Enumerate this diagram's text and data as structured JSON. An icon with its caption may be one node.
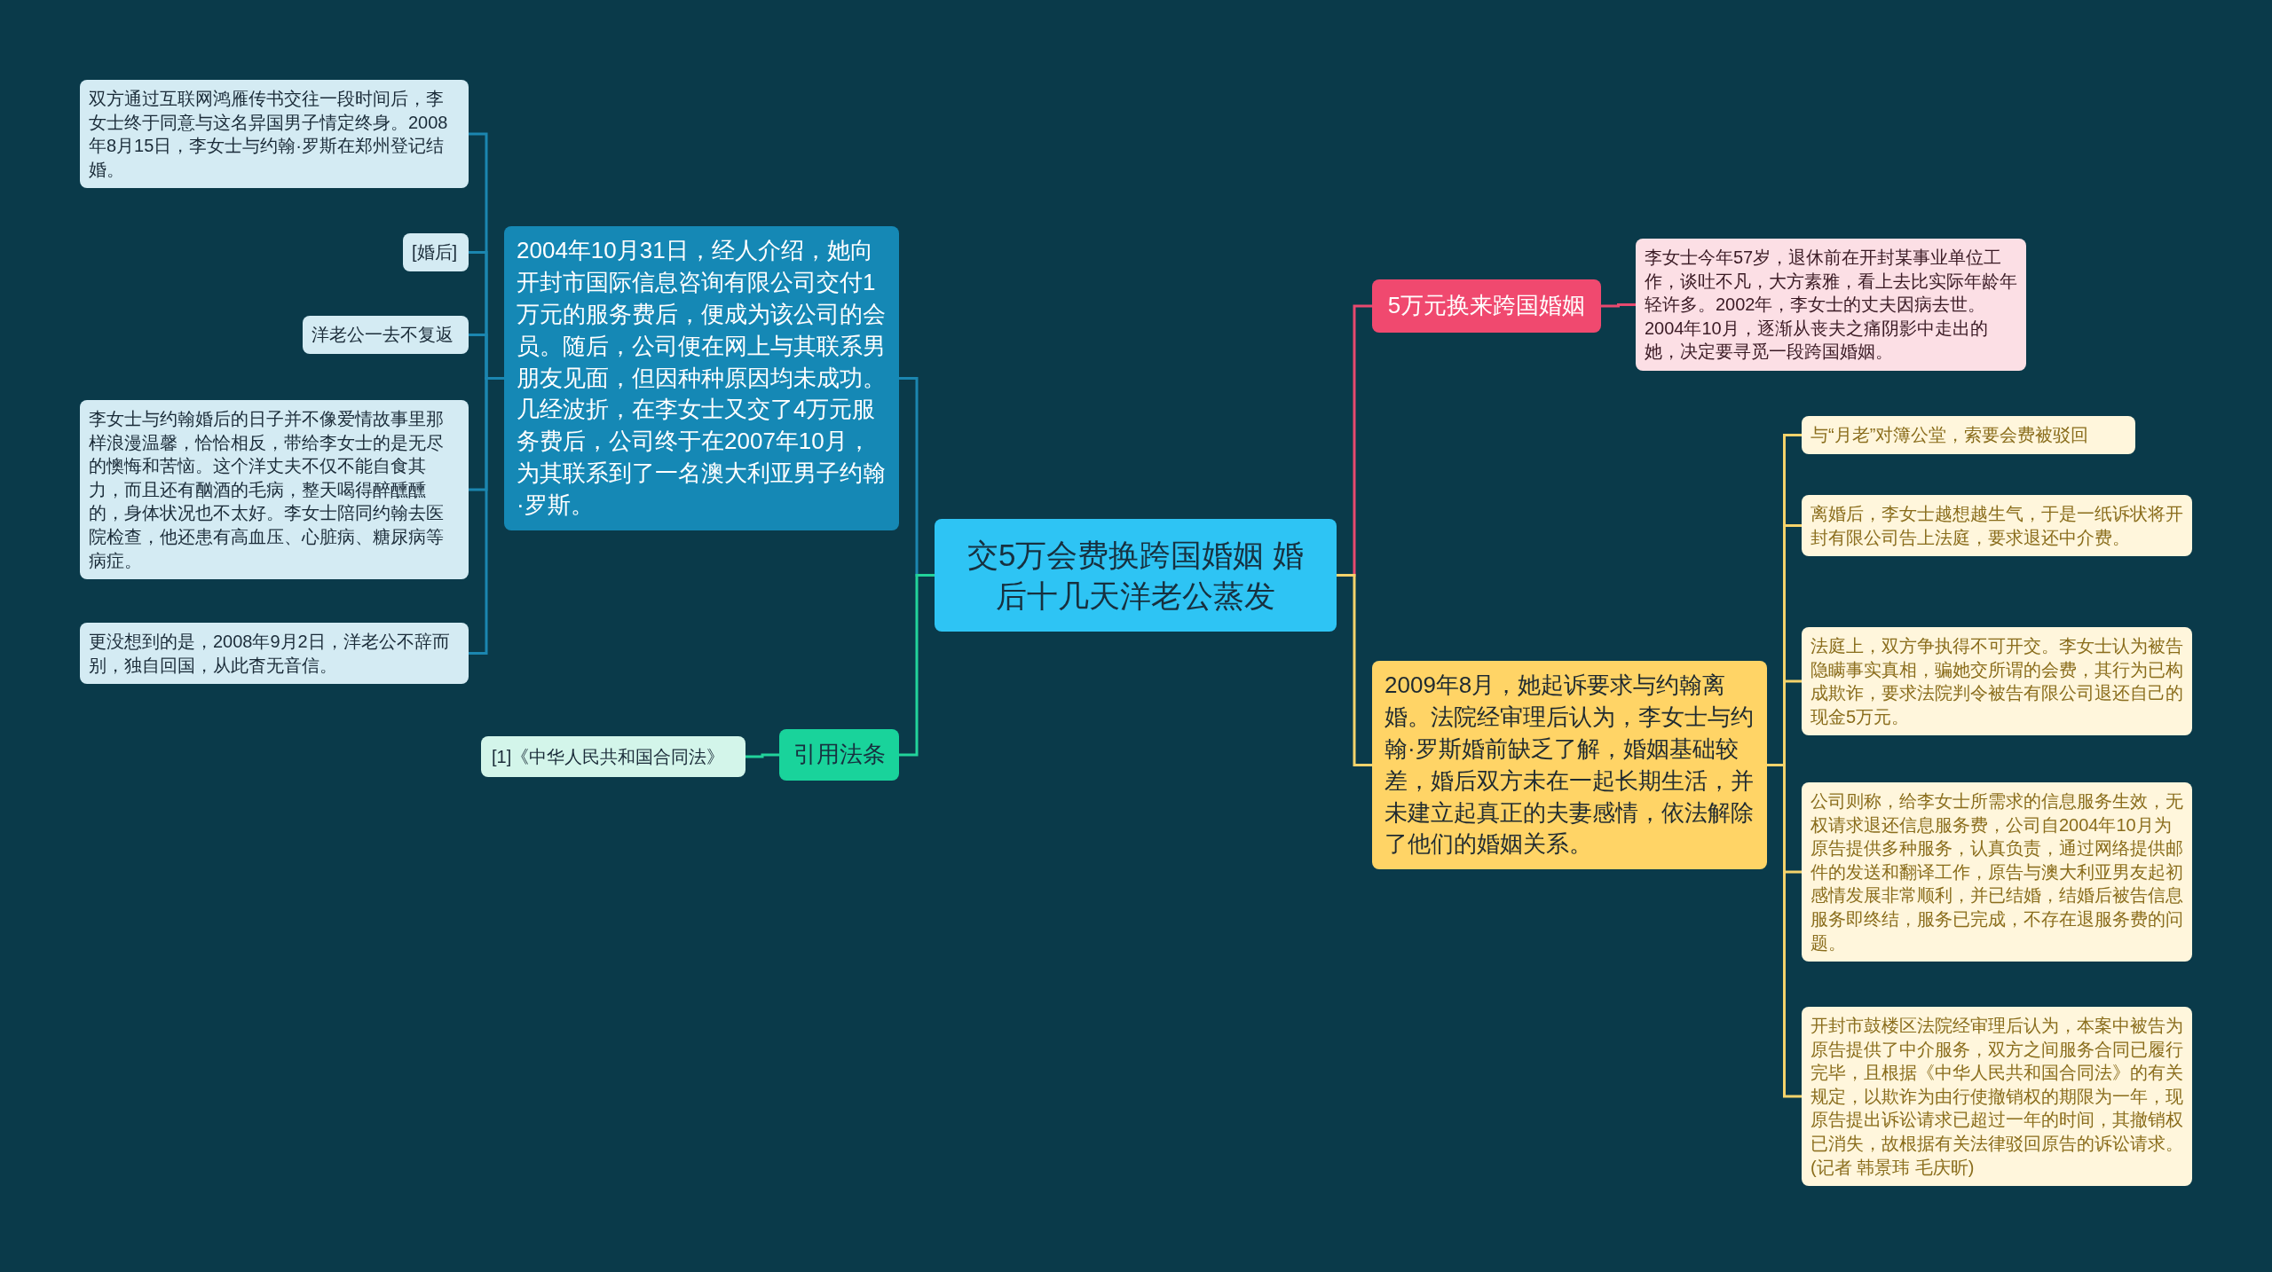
{
  "diagram": {
    "nodes": [
      {
        "text": [
          "交5万会费换跨国婚姻 婚后十几天洋老公蒸发"
        ]
      },
      {
        "text": [
          "2004年10月31日，经人介绍，她向开封市国际信息咨询有限公司交付1万元的服务费后，便成为该公司的会员。随后，公司便在网上与其联系男朋友见面，但因种种原因均未成功。几经波折，在李女士又交了4万元服务费后，公司终于在2007年10月，为其联系到了一名澳大利亚男子约翰·罗斯。"
        ]
      },
      {
        "text": [
          "双方通过互联网鸿雁传书交往一段时间后，李女士终于同意与这名异国男子情定终身。2008年8月15日，李女士与约翰·罗斯在郑州登记结婚。"
        ]
      },
      {
        "text": [
          "[婚后]"
        ]
      },
      {
        "text": [
          "洋老公一去不复返"
        ]
      },
      {
        "text": [
          "李女士与约翰婚后的日子并不像爱情故事里那样浪漫温馨，恰恰相反，带给李女士的是无尽的懊悔和苦恼。这个洋丈夫不仅不能自食其力，而且还有酗酒的毛病，整天喝得醉醺醺的，身体状况也不太好。李女士陪同约翰去医院检查，他还患有高血压、心脏病、糖尿病等病症。"
        ]
      },
      {
        "text": [
          "更没想到的是，2008年9月2日，洋老公不辞而别，独自回国，从此杳无音信。"
        ]
      },
      {
        "text": [
          "引用法条"
        ]
      },
      {
        "text": [
          "[1]《中华人民共和国合同法》"
        ]
      },
      {
        "text": [
          "5万元换来跨国婚姻"
        ]
      },
      {
        "text": [
          "李女士今年57岁，退休前在开封某事业单位工作，谈吐不凡，大方素雅，看上去比实际年龄年轻许多。2002年，李女士的丈夫因病去世。2004年10月，逐渐从丧夫之痛阴影中走出的她，决定要寻觅一段跨国婚姻。"
        ]
      },
      {
        "text": [
          "2009年8月，她起诉要求与约翰离婚。法院经审理后认为，李女士与约翰·罗斯婚前缺乏了解，婚姻基础较差，婚后双方未在一起长期生活，并未建立起真正的夫妻感情，依法解除了他们的婚姻关系。"
        ]
      },
      {
        "text": [
          "与“月老”对簿公堂，索要会费被驳回"
        ]
      },
      {
        "text": [
          "离婚后，李女士越想越生气，于是一纸诉状将开封有限公司告上法庭，要求退还中介费。"
        ]
      },
      {
        "text": [
          "法庭上，双方争执得不可开交。李女士认为被告隐瞒事实真相，骗她交所谓的会费，其行为已构成欺诈，要求法院判令被告有限公司退还自己的现金5万元。"
        ]
      },
      {
        "text": [
          "公司则称，给李女士所需求的信息服务生效，无权请求退还信息服务费，公司自2004年10月为原告提供多种服务，认真负责，通过网络提供邮件的发送和翻译工作，原告与澳大利亚男友起初感情发展非常顺利，并已结婚，结婚后被告信息服务即终结，服务已完成，不存在退服务费的问题。"
        ]
      },
      {
        "text": [
          "开封市鼓楼区法院经审理后认为，本案中被告为原告提供了中介服务，双方之间服务合同已履行完毕，且根据《中华人民共和国合同法》的有关规定，以欺诈为由行使撤销权的期限为一年，现原告提出诉讼请求已超过一年的时间，其撤销权已消失，故根据有关法律驳回原告的诉讼请求。(记者 韩景玮 毛庆昕)"
        ]
      }
    ],
    "edges": [
      {
        "from": 0,
        "to": 1,
        "arrow": "none",
        "color": "#1b86b0"
      },
      {
        "from": 1,
        "to": 2,
        "arrow": "none",
        "color": "#1b86b0"
      },
      {
        "from": 1,
        "to": 3,
        "arrow": "none",
        "color": "#1b86b0"
      },
      {
        "from": 1,
        "to": 4,
        "arrow": "none",
        "color": "#1b86b0"
      },
      {
        "from": 1,
        "to": 5,
        "arrow": "none",
        "color": "#1b86b0"
      },
      {
        "from": 1,
        "to": 6,
        "arrow": "none",
        "color": "#1b86b0"
      },
      {
        "from": 0,
        "to": 7,
        "arrow": "none",
        "color": "#22d39b"
      },
      {
        "from": 7,
        "to": 8,
        "arrow": "none",
        "color": "#22d39b"
      },
      {
        "from": 0,
        "to": 9,
        "arrow": "none",
        "color": "#e8496f"
      },
      {
        "from": 9,
        "to": 10,
        "arrow": "none",
        "color": "#e8496f"
      },
      {
        "from": 0,
        "to": 11,
        "arrow": "none",
        "color": "#f6d36b"
      },
      {
        "from": 11,
        "to": 12,
        "arrow": "none",
        "color": "#f6d36b"
      },
      {
        "from": 11,
        "to": 13,
        "arrow": "none",
        "color": "#f6d36b"
      },
      {
        "from": 11,
        "to": 14,
        "arrow": "none",
        "color": "#f6d36b"
      },
      {
        "from": 11,
        "to": 15,
        "arrow": "none",
        "color": "#f6d36b"
      },
      {
        "from": 11,
        "to": 16,
        "arrow": "none",
        "color": "#f6d36b"
      }
    ]
  }
}
